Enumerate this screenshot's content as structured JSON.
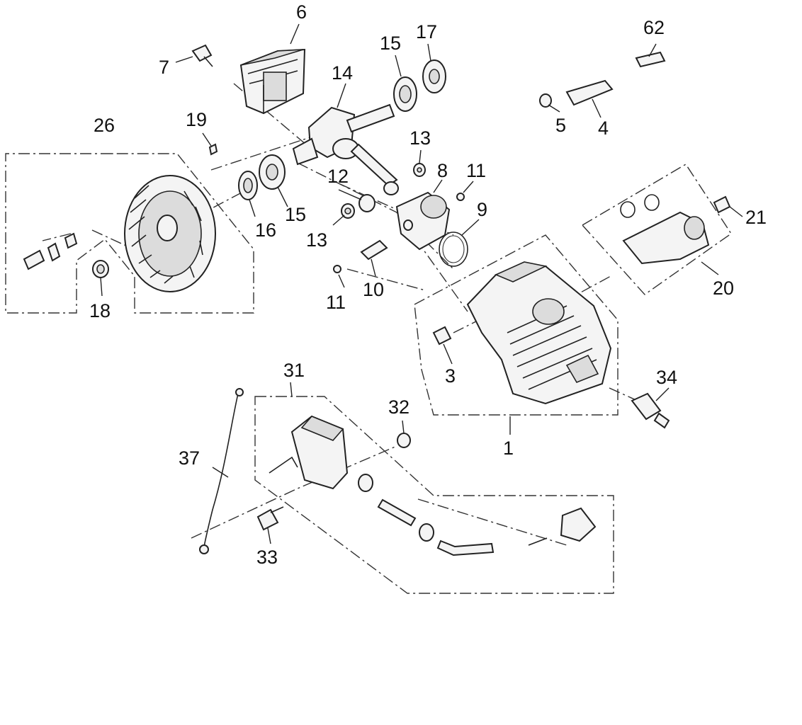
{
  "diagram": {
    "callouts": {
      "c1": "1",
      "c3": "3",
      "c4": "4",
      "c5": "5",
      "c6": "6",
      "c7": "7",
      "c8": "8",
      "c9": "9",
      "c10": "10",
      "c11a": "11",
      "c11b": "11",
      "c12": "12",
      "c13a": "13",
      "c13b": "13",
      "c14": "14",
      "c15a": "15",
      "c15b": "15",
      "c16": "16",
      "c17": "17",
      "c18": "18",
      "c19": "19",
      "c20": "20",
      "c21": "21",
      "c26": "26",
      "c31": "31",
      "c32": "32",
      "c33": "33",
      "c34": "34",
      "c37": "37",
      "c62": "62"
    }
  }
}
